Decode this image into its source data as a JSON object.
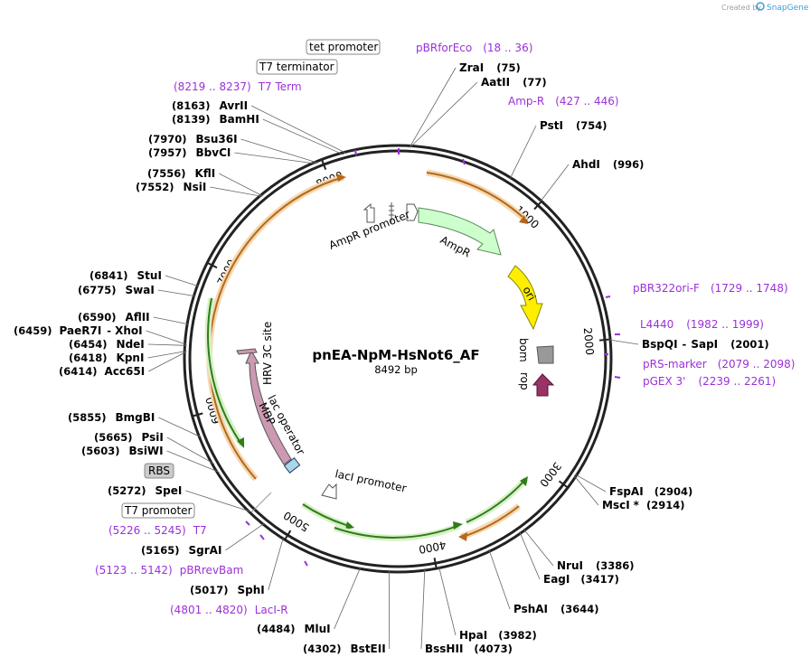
{
  "branding": {
    "text": "Created by",
    "product": "SnapGene"
  },
  "plasmid": {
    "name": "pnEA-NpM-HsNot6_AF",
    "length_label": "8492 bp",
    "length": 8492
  },
  "ticks": [
    {
      "pos": 1000,
      "label": "1000"
    },
    {
      "pos": 2000,
      "label": "2000"
    },
    {
      "pos": 3000,
      "label": "3000"
    },
    {
      "pos": 4000,
      "label": "4000"
    },
    {
      "pos": 5000,
      "label": "5000"
    },
    {
      "pos": 6000,
      "label": "6000"
    },
    {
      "pos": 7000,
      "label": "7000"
    },
    {
      "pos": 8000,
      "label": "8000"
    }
  ],
  "sites": [
    {
      "id": "zrai",
      "name": "ZraI",
      "pos": "(75)",
      "bp": 75
    },
    {
      "id": "aatii",
      "name": "AatII",
      "pos": "(77)",
      "bp": 77
    },
    {
      "id": "psti",
      "name": "PstI",
      "pos": "(754)",
      "bp": 754
    },
    {
      "id": "ahdi",
      "name": "AhdI",
      "pos": "(996)",
      "bp": 996
    },
    {
      "id": "bspqi",
      "name": "BspQI",
      "name2": "SapI",
      "pos": "(2001)",
      "bp": 2001
    },
    {
      "id": "fspai",
      "name": "FspAI",
      "pos": "(2904)",
      "bp": 2904
    },
    {
      "id": "msci",
      "name": "MscI",
      "star": "*",
      "pos": "(2914)",
      "bp": 2914
    },
    {
      "id": "nrui",
      "name": "NruI",
      "pos": "(3386)",
      "bp": 3386
    },
    {
      "id": "eagi",
      "name": "EagI",
      "pos": "(3417)",
      "bp": 3417
    },
    {
      "id": "pshai",
      "name": "PshAI",
      "pos": "(3644)",
      "bp": 3644
    },
    {
      "id": "hpai",
      "name": "HpaI",
      "pos": "(3982)",
      "bp": 3982
    },
    {
      "id": "bsshii",
      "name": "BssHII",
      "pos": "(4073)",
      "bp": 4073
    },
    {
      "id": "bsteii",
      "name": "BstEII",
      "pos": "(4302)",
      "bp": 4302
    },
    {
      "id": "mlui",
      "name": "MluI",
      "pos": "(4484)",
      "bp": 4484
    },
    {
      "id": "sphi",
      "name": "SphI",
      "pos": "(5017)",
      "bp": 5017
    },
    {
      "id": "sgrai",
      "name": "SgrAI",
      "pos": "(5165)",
      "bp": 5165
    },
    {
      "id": "spei",
      "name": "SpeI",
      "pos": "(5272)",
      "bp": 5272
    },
    {
      "id": "bsiwi",
      "name": "BsiWI",
      "pos": "(5603)",
      "bp": 5603
    },
    {
      "id": "psii",
      "name": "PsiI",
      "pos": "(5665)",
      "bp": 5665
    },
    {
      "id": "bmgbi",
      "name": "BmgBI",
      "pos": "(5855)",
      "bp": 5855
    },
    {
      "id": "acc65i",
      "name": "Acc65I",
      "pos": "(6414)",
      "bp": 6414
    },
    {
      "id": "kpni",
      "name": "KpnI",
      "pos": "(6418)",
      "bp": 6418
    },
    {
      "id": "ndei",
      "name": "NdeI",
      "pos": "(6454)",
      "bp": 6454
    },
    {
      "id": "paer7i",
      "name": "PaeR7I",
      "name2": "XhoI",
      "pos": "(6459)",
      "bp": 6459
    },
    {
      "id": "aflii",
      "name": "AflII",
      "pos": "(6590)",
      "bp": 6590
    },
    {
      "id": "swai",
      "name": "SwaI",
      "pos": "(6775)",
      "bp": 6775
    },
    {
      "id": "stui",
      "name": "StuI",
      "pos": "(6841)",
      "bp": 6841
    },
    {
      "id": "nsii",
      "name": "NsiI",
      "pos": "(7552)",
      "bp": 7552
    },
    {
      "id": "kfli",
      "name": "KflI",
      "pos": "(7556)",
      "bp": 7556
    },
    {
      "id": "bbvci",
      "name": "BbvCI",
      "pos": "(7957)",
      "bp": 7957
    },
    {
      "id": "bsu36i",
      "name": "Bsu36I",
      "pos": "(7970)",
      "bp": 7970
    },
    {
      "id": "bamhi",
      "name": "BamHI",
      "pos": "(8139)",
      "bp": 8139
    },
    {
      "id": "avrii",
      "name": "AvrII",
      "pos": "(8163)",
      "bp": 8163
    }
  ],
  "primers": [
    {
      "id": "pbrforeco",
      "name": "pBRforEco",
      "range": "(18 .. 36)"
    },
    {
      "id": "ampr-primer",
      "name": "Amp-R",
      "range": "(427 .. 446)"
    },
    {
      "id": "pbr322ori",
      "name": "pBR322ori-F",
      "range": "(1729 .. 1748)"
    },
    {
      "id": "l4440",
      "name": "L4440",
      "range": "(1982 .. 1999)"
    },
    {
      "id": "prs-marker",
      "name": "pRS-marker",
      "range": "(2079 .. 2098)"
    },
    {
      "id": "pgex3",
      "name": "pGEX 3'",
      "range": "(2239 .. 2261)"
    },
    {
      "id": "laci-r",
      "name": "LacI-R",
      "range": "(4801 .. 4820)"
    },
    {
      "id": "pbrrevbam",
      "name": "pBRrevBam",
      "range": "(5123 .. 5142)"
    },
    {
      "id": "t7",
      "name": "T7",
      "range": "(5226 .. 5245)"
    },
    {
      "id": "t7term",
      "name": "T7 Term",
      "range": "(8219 .. 8237)"
    }
  ],
  "boxed_features": [
    {
      "id": "tet-promoter",
      "label": "tet promoter"
    },
    {
      "id": "t7-terminator",
      "label": "T7 terminator"
    },
    {
      "id": "rbs",
      "label": "RBS"
    },
    {
      "id": "t7-promoter",
      "label": "T7 promoter"
    }
  ],
  "features": [
    {
      "id": "ampr-promoter",
      "label": "AmpR promoter"
    },
    {
      "id": "ampr",
      "label": "AmpR"
    },
    {
      "id": "ori",
      "label": "ori"
    },
    {
      "id": "bom",
      "label": "bom"
    },
    {
      "id": "rop",
      "label": "rop"
    },
    {
      "id": "laci-promoter",
      "label": "lacI promoter"
    },
    {
      "id": "lac-operator",
      "label": "lac operator"
    },
    {
      "id": "mbp",
      "label": "MBP"
    },
    {
      "id": "hrv-3c",
      "label": "HRV 3C site"
    }
  ],
  "colors": {
    "backbone": "#222222",
    "primer": "#9b30d9",
    "orf_orange": "#c8781e",
    "orf_green": "#3c8c1e",
    "ampr_fill": "#ccffcc",
    "ori_fill": "#ffee00",
    "bom_fill": "#999999",
    "rop_fill": "#993366",
    "mbp_fill": "#cc99b2",
    "brand_accent": "#3b9cd8"
  }
}
